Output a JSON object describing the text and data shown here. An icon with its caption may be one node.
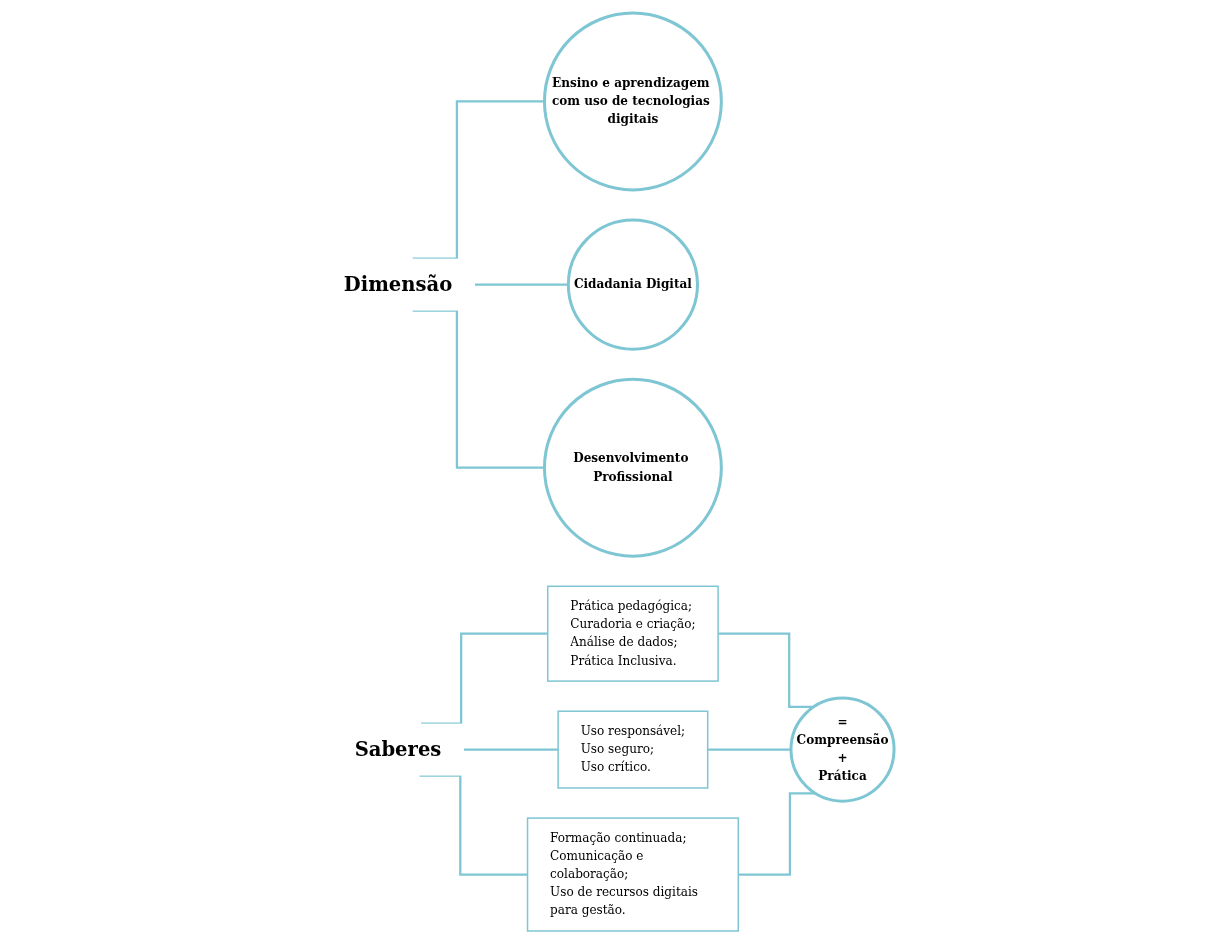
{
  "diagram": {
    "nodes": [
      {
        "text": [
          "Dimensão"
        ]
      },
      {
        "text": [
          "Ensino e aprendizagem com uso de tecnologias digitais"
        ]
      },
      {
        "text": [
          "Cidadania Digital"
        ]
      },
      {
        "text": [
          "Desenvolvimento Profissional"
        ]
      },
      {
        "text": [
          "Saberes"
        ]
      },
      {
        "text": [
          "Prática pedagógica;",
          "Curadoria e criação;",
          "Análise de dados;",
          "Prática Inclusiva."
        ]
      },
      {
        "text": [
          "Uso responsável;",
          "Uso seguro;",
          "Uso crítico."
        ]
      },
      {
        "text": [
          "Formação continuada;",
          "Comunicação e colaboração;",
          "Uso de recursos digitais para gestão."
        ]
      },
      {
        "text": [
          "=",
          "Compreensão",
          "+",
          "Prática"
        ]
      }
    ],
    "edges": [
      {
        "from": 0,
        "to": 1,
        "arrow": "none"
      },
      {
        "from": 0,
        "to": 2,
        "arrow": "none"
      },
      {
        "from": 0,
        "to": 3,
        "arrow": "none"
      },
      {
        "from": 4,
        "to": 5,
        "arrow": "none"
      },
      {
        "from": 4,
        "to": 6,
        "arrow": "none"
      },
      {
        "from": 4,
        "to": 7,
        "arrow": "none"
      },
      {
        "from": 5,
        "to": 8,
        "arrow": "none"
      },
      {
        "from": 6,
        "to": 8,
        "arrow": "none"
      },
      {
        "from": 7,
        "to": 8,
        "arrow": "none"
      }
    ]
  }
}
